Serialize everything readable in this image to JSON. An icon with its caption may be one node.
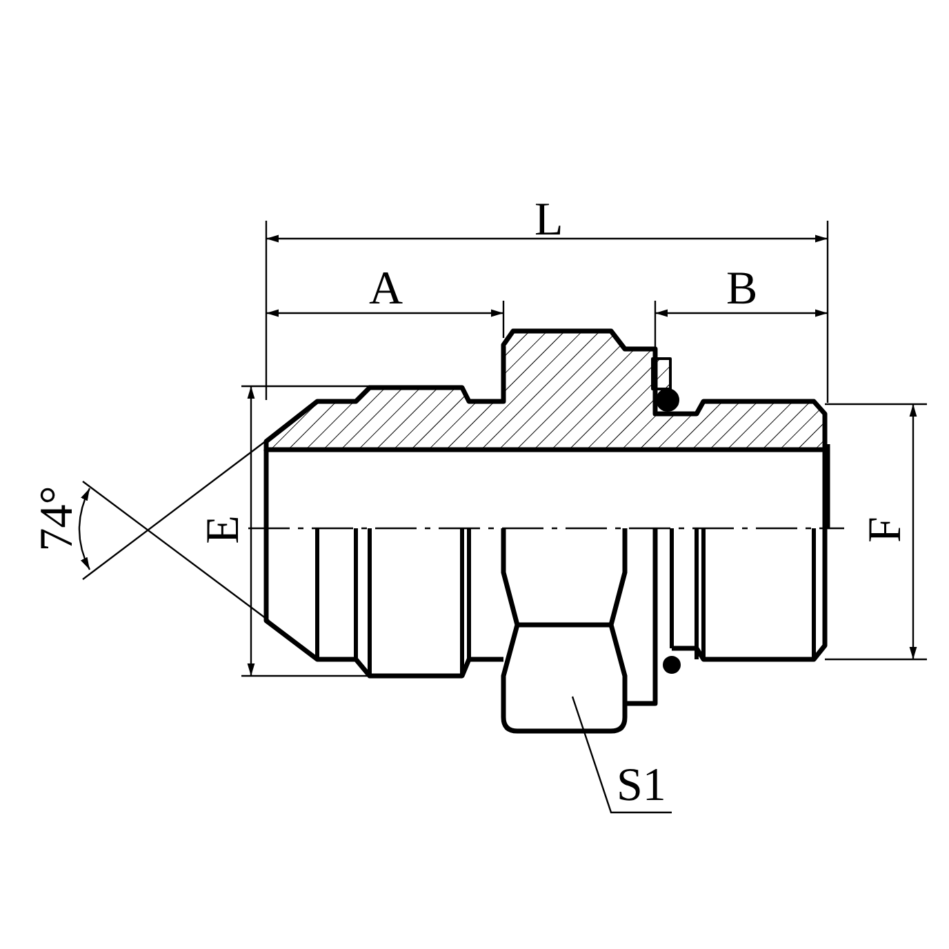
{
  "diagram": {
    "nodes": [
      {
        "text": [
          "S1"
        ]
      },
      {
        "text": [],
        "shape": "hexagon"
      }
    ],
    "edges": [
      {
        "from": 0,
        "to": 1,
        "arrow": "none"
      }
    ],
    "labels": [
      "L",
      "A",
      "B",
      "74°",
      "E",
      "F"
    ]
  }
}
